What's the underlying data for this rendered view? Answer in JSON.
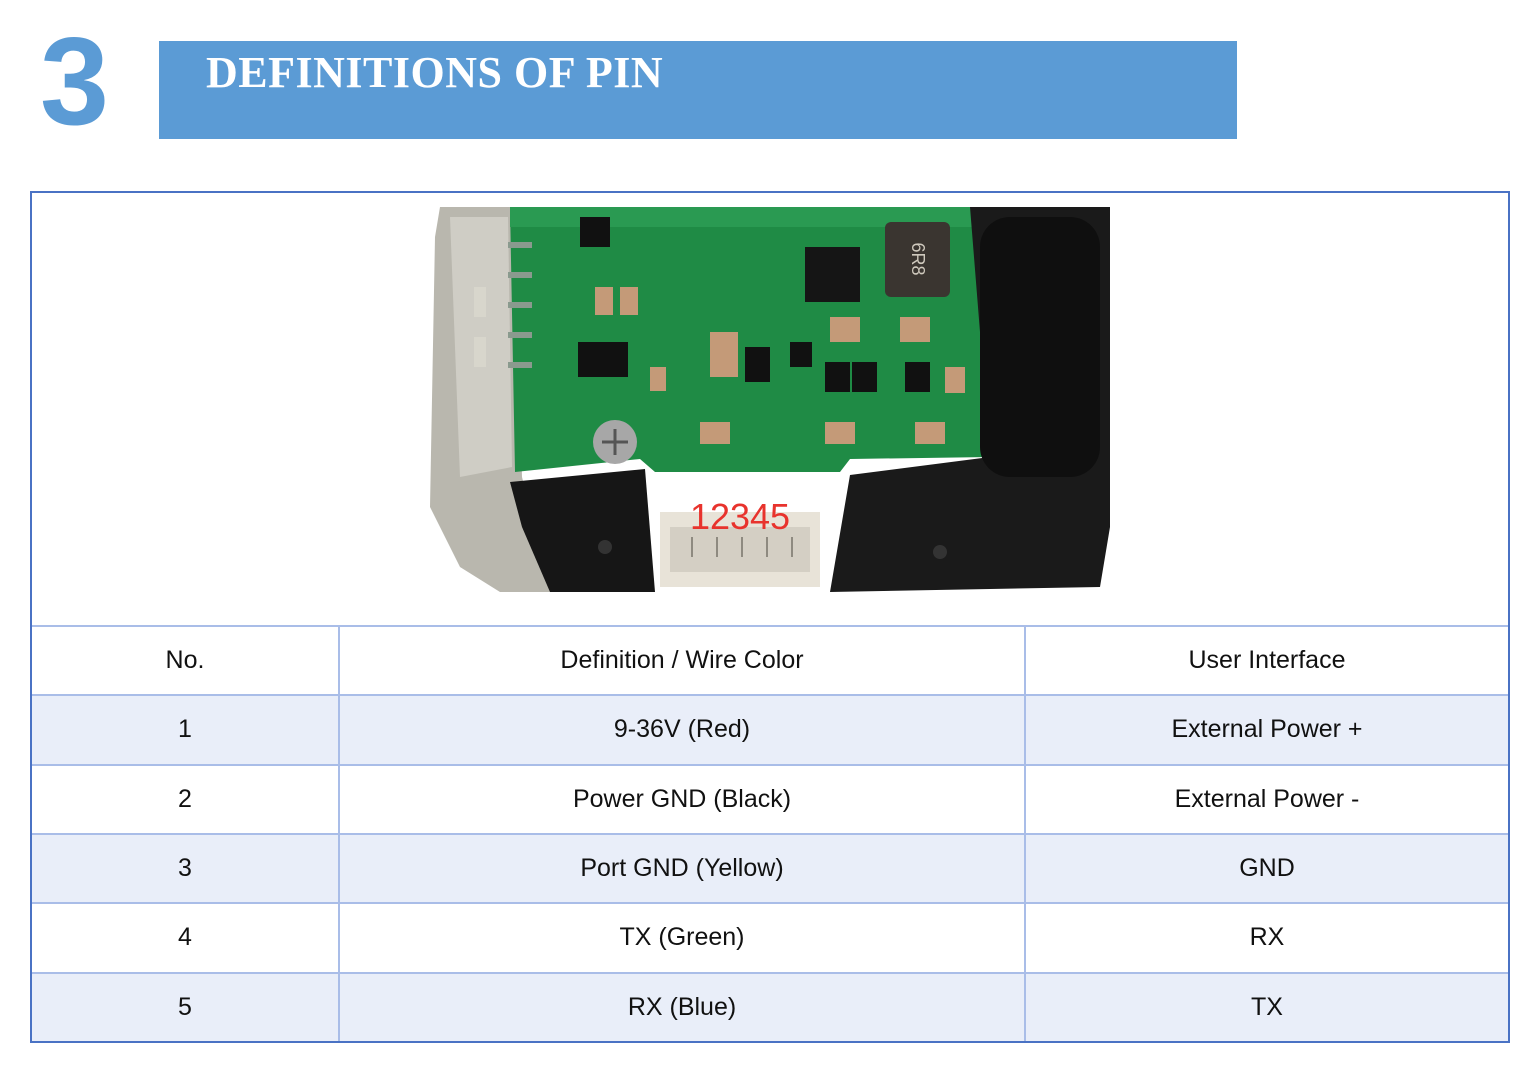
{
  "section": {
    "number": "3",
    "title": "DEFINITIONS OF PIN"
  },
  "photo": {
    "pin_label": "12345",
    "inductor_marking": "6R8"
  },
  "table": {
    "headers": [
      "No.",
      "Definition / Wire Color",
      "User Interface"
    ],
    "rows": [
      [
        "1",
        "9-36V (Red)",
        "External Power +"
      ],
      [
        "2",
        "Power GND (Black)",
        "External Power -"
      ],
      [
        "3",
        "Port GND (Yellow)",
        "GND"
      ],
      [
        "4",
        "TX (Green)",
        "RX"
      ],
      [
        "5",
        "RX (Blue)",
        "TX"
      ]
    ]
  }
}
